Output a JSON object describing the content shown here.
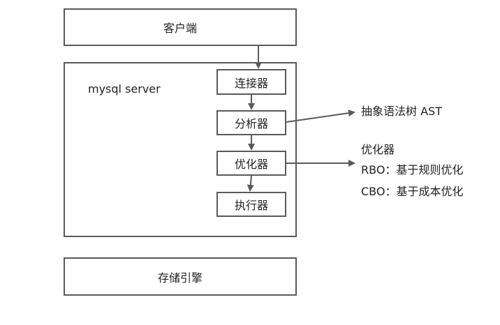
{
  "nodes": {
    "client": "客户端",
    "server_label": "mysql server",
    "connector": "连接器",
    "analyzer": "分析器",
    "optimizer": "优化器",
    "executor": "执行器",
    "storage": "存储引擎"
  },
  "annotations": {
    "ast": "抽象语法树 AST",
    "optimizer_title": "优化器",
    "rbo": "RBO：基于规则优化",
    "cbo": "CBO：基于成本优化"
  },
  "colors": {
    "stroke": "#5a5a5a",
    "text": "#222222"
  }
}
